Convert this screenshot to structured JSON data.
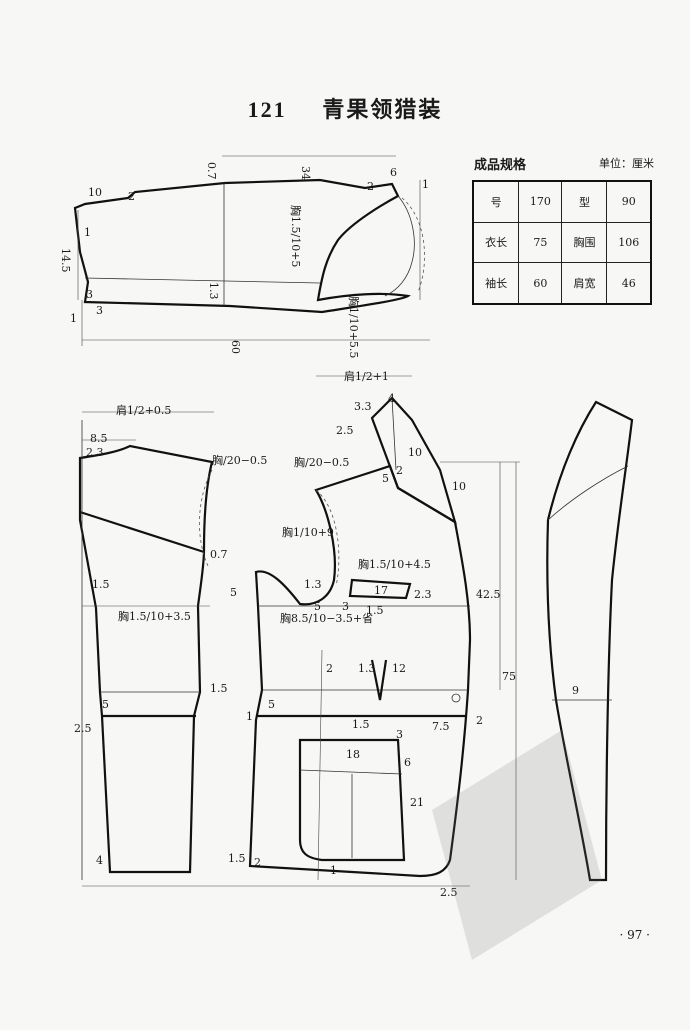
{
  "title": {
    "number": "121",
    "name": "青果领猎装"
  },
  "spec": {
    "label": "成品规格",
    "unit": "单位：厘米",
    "rows": [
      [
        "号",
        "170",
        "型",
        "90"
      ],
      [
        "衣长",
        "75",
        "胸围",
        "106"
      ],
      [
        "袖长",
        "60",
        "肩宽",
        "46"
      ]
    ]
  },
  "labels": {
    "sleeve_top": "34",
    "sleeve_0_7": "0.7",
    "sleeve_6": "6",
    "sleeve_2a": "2",
    "sleeve_1": "1",
    "sleeve_10": "10",
    "sleeve_2b": "2",
    "sleeve_1b": "1",
    "sleeve_14_5": "14.5",
    "sleeve_3a": "3",
    "sleeve_3b": "3",
    "sleeve_1c": "1",
    "sleeve_1_3": "1.3",
    "sleeve_chest_a": "胸1.5/10+5",
    "sleeve_chest_b": "胸1/10+5.5",
    "sleeve_60": "60",
    "back_shoulder": "肩1/2+0.5",
    "back_8_5": "8.5",
    "back_2_3": "2.3",
    "back_chest20": "胸/20−0.5",
    "back_0_7": "0.7",
    "back_1_5a": "1.5",
    "back_chest_w": "胸1.5/10+3.5",
    "back_5": "5",
    "back_1_5b": "1.5",
    "back_5b": "5",
    "back_2_5": "2.5",
    "back_4": "4",
    "back_1_5c": "1.5",
    "front_shoulder": "肩1/2+1",
    "front_3_3": "3.3",
    "front_4": "4",
    "front_2_5": "2.5",
    "front_10a": "10",
    "front_2": "2",
    "front_5": "5",
    "front_10b": "10",
    "front_chest20": "胸/20−0.5",
    "front_chest_d": "胸1/10+9",
    "front_chest_p": "胸1.5/10+4.5",
    "front_17": "17",
    "front_2_3": "2.3",
    "front_1_3": "1.3",
    "front_5b": "5",
    "front_3": "3",
    "front_1_5": "1.5",
    "front_chest_w": "胸8.5/10−3.5+省",
    "front_42_5": "42.5",
    "front_75": "75",
    "front_2b": "2",
    "front_1_3b": "1.3",
    "front_12": "12",
    "front_1": "1",
    "front_5c": "5",
    "front_7_5": "7.5",
    "front_2c": "2",
    "front_1_5b": "1.5",
    "front_3b": "3",
    "front_18": "18",
    "front_6": "6",
    "front_21": "21",
    "front_2d": "2",
    "front_1b": "1",
    "front_2_5b": "2.5",
    "collar_9": "9"
  },
  "page_number": "· 97 ·"
}
